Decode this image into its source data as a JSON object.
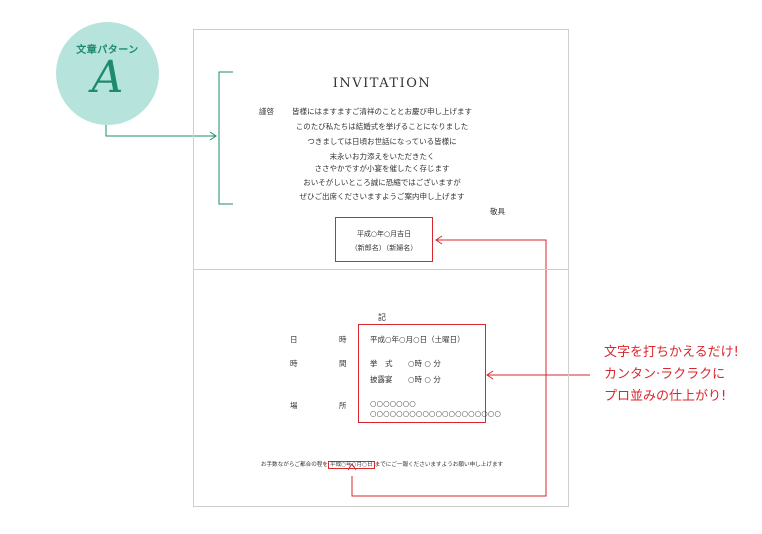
{
  "badge": {
    "title": "文章パターン",
    "letter": "A"
  },
  "invitation": {
    "title": "INVITATION",
    "salutation": "謹啓",
    "body_lines": [
      "皆様にはますますご清祥のこととお慶び申し上げます",
      "このたび私たちは結婚式を挙げることになりました",
      "つきましては日頃お世話になっている皆様に",
      "末永いお力添えをいただきたく",
      "ささやかですが小宴を催したく存じます",
      "おいそがしいところ誠に恐縮ではございますが",
      "ぜひご出席くださいますようご案内申し上げます"
    ],
    "closing": "敬具",
    "date_line": "平成○年○月吉日",
    "names_line": "（新郎名）（新婦名）"
  },
  "details": {
    "ki": "記",
    "date_label_1": "日",
    "date_label_2": "時",
    "time_label_1": "時",
    "time_label_2": "間",
    "place_label_1": "場",
    "place_label_2": "所",
    "date_value": "平成○年○月○日（土曜日）",
    "ceremony_label": "挙　式",
    "ceremony_time": "○時 ○ 分",
    "reception_label": "披露宴",
    "reception_time": "○時 ○ 分",
    "venue_name": "○○○○○○○",
    "venue_address": "○○○○○○○○○○○○○○○○○○○○"
  },
  "footer": {
    "before": "お手数ながらご都合の程を",
    "highlight": "平成○年○月○日",
    "after": "までにご一報くださいますようお願い申し上げます"
  },
  "callout": {
    "lines": [
      "文字を打ちかえるだけ!",
      "カンタン·ラクラクに",
      "プロ並みの仕上がり!"
    ]
  },
  "colors": {
    "accent": "#d9272e",
    "teal": "#1d8c6c",
    "badge_bg": "#b7e3dd"
  }
}
